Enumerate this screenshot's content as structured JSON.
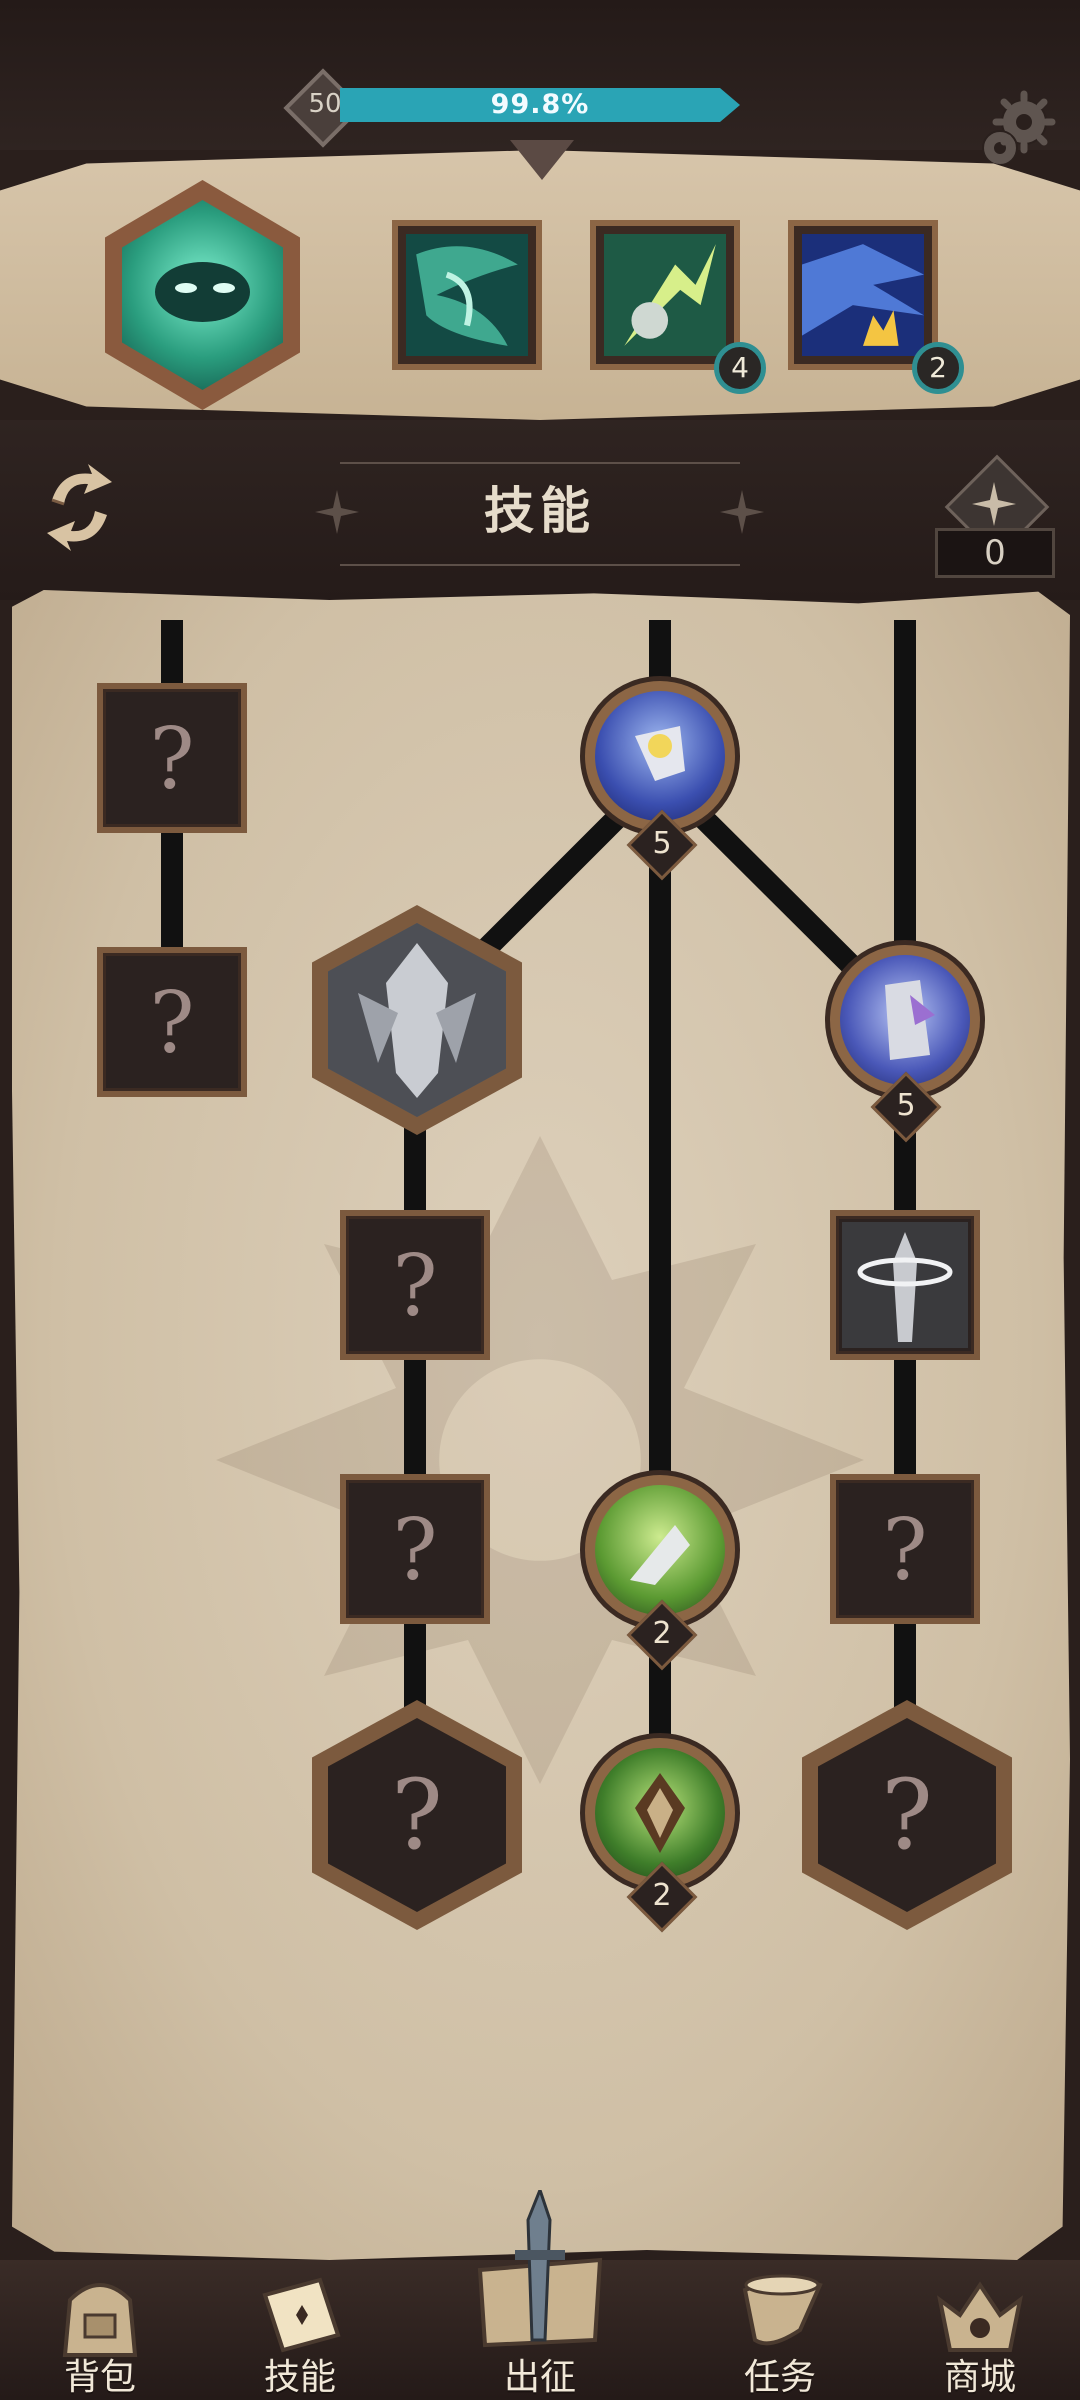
{
  "header": {
    "level": "50",
    "xp_progress": 0.998,
    "xp_text": "99.8%"
  },
  "hero": {
    "equipped_skills": [
      {
        "name": "tornado-skill",
        "count": ""
      },
      {
        "name": "wind-blade-skill",
        "count": "4"
      },
      {
        "name": "frost-crown-skill",
        "count": "2"
      }
    ]
  },
  "section": {
    "title": "技能",
    "points": "0"
  },
  "tree": {
    "nodes": [
      {
        "id": "col1-r1",
        "state": "locked",
        "shape": "square",
        "symbol": "?"
      },
      {
        "id": "col1-r2",
        "state": "locked",
        "shape": "square",
        "symbol": "?"
      },
      {
        "id": "col2-hex",
        "state": "unlocked",
        "shape": "hex",
        "art": "crystal-armor"
      },
      {
        "id": "col2-r3",
        "state": "locked",
        "shape": "square",
        "symbol": "?"
      },
      {
        "id": "col2-r4",
        "state": "locked",
        "shape": "square",
        "symbol": "?"
      },
      {
        "id": "col2-r5",
        "state": "locked",
        "shape": "hex",
        "symbol": "?"
      },
      {
        "id": "col3-r1",
        "state": "unlocked",
        "shape": "circle",
        "art": "ice-knight",
        "level": "5"
      },
      {
        "id": "col3-r4",
        "state": "unlocked",
        "shape": "circle",
        "art": "green-blade",
        "level": "2"
      },
      {
        "id": "col3-r5",
        "state": "unlocked",
        "shape": "circle",
        "art": "leaf-shield",
        "level": "2"
      },
      {
        "id": "col4-r2",
        "state": "unlocked",
        "shape": "circle",
        "art": "frost-warrior",
        "level": "5"
      },
      {
        "id": "col4-r3",
        "state": "unlocked",
        "shape": "square",
        "art": "halo-sword"
      },
      {
        "id": "col4-r4",
        "state": "locked",
        "shape": "square",
        "symbol": "?"
      },
      {
        "id": "col4-r5",
        "state": "locked",
        "shape": "hex",
        "symbol": "?"
      }
    ]
  },
  "nav": {
    "items": [
      {
        "label": "背包",
        "icon": "backpack-icon"
      },
      {
        "label": "技能",
        "icon": "skill-book-icon"
      },
      {
        "label": "出征",
        "icon": "sword-map-icon"
      },
      {
        "label": "任务",
        "icon": "horn-icon"
      },
      {
        "label": "商城",
        "icon": "shop-crown-icon"
      }
    ]
  },
  "colors": {
    "xp_bar": "#2aa4b5",
    "parchment": "#d6c8b1",
    "frame": "#7c5a3e",
    "dark_bg": "#2a1f1c"
  }
}
